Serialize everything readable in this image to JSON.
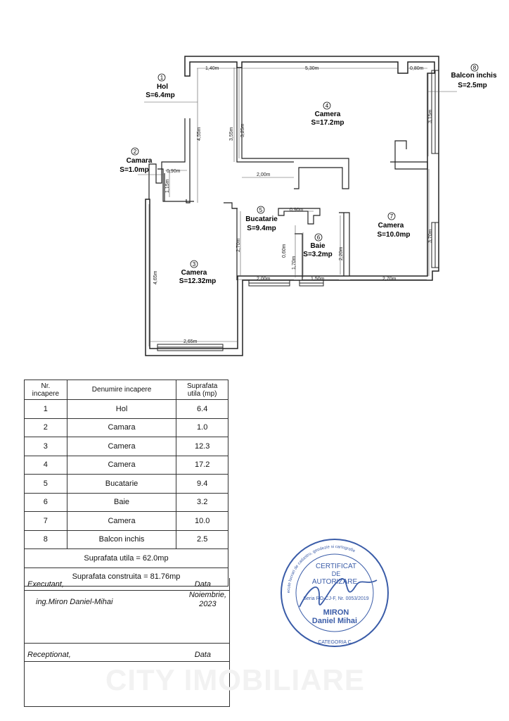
{
  "rooms": [
    {
      "nr": "1",
      "name": "Hol",
      "area_label": "S=6.4mp",
      "table_area": "6.4"
    },
    {
      "nr": "2",
      "name": "Camara",
      "area_label": "S=1.0mp",
      "table_area": "1.0"
    },
    {
      "nr": "3",
      "name": "Camera",
      "area_label": "S=12.32mp",
      "table_area": "12.3"
    },
    {
      "nr": "4",
      "name": "Camera",
      "area_label": "S=17.2mp",
      "table_area": "17.2"
    },
    {
      "nr": "5",
      "name": "Bucatarie",
      "area_label": "S=9.4mp",
      "table_area": "9.4"
    },
    {
      "nr": "6",
      "name": "Baie",
      "area_label": "S=3.2mp",
      "table_area": "3.2"
    },
    {
      "nr": "7",
      "name": "Camera",
      "area_label": "S=10.0mp",
      "table_area": "10.0"
    },
    {
      "nr": "8",
      "name": "Balcon inchis",
      "area_label": "S=2.5mp",
      "table_area": "2.5"
    }
  ],
  "dimensions": {
    "d140": "1,40m",
    "d530": "5,30m",
    "d080": "0,80m",
    "d315": "3,15m",
    "d355": "3,55m",
    "d325": "3,25m",
    "d455": "4,55m",
    "d090a": "0,90m",
    "d115": "1,15m",
    "d200a": "2,00m",
    "d270a": "2,70m",
    "d090b": "0,90m",
    "d060": "0,60m",
    "d170": "1,70m",
    "d220": "2,20m",
    "d370": "3,70m",
    "d465": "4,65m",
    "d200b": "2,00m",
    "d150": "1,50m",
    "d270b": "2,70m",
    "d265": "2,65m"
  },
  "table": {
    "h_nr": "Nr.\nincapere",
    "h_name": "Denumire incapere",
    "h_area": "Suprafata\nutila (mp)",
    "suprafata_utila": "Suprafata utila = 62.0mp",
    "suprafata_construita": "Suprafata construita = 81.76mp"
  },
  "footer": {
    "executant_label": "Executant,",
    "data_label": "Data",
    "executant_name": "ing.Miron Daniel-Mihai",
    "date_value": "Noiembrie,\n2023",
    "receptionat_label": "Receptionat,",
    "data_label2": "Data"
  },
  "stamp": {
    "line1": "CERTIFICAT",
    "line2": "DE",
    "line3": "AUTORIZARE",
    "serial": "Seria RO-CJ-F, Nr. 0053/2019",
    "name1": "MIRON",
    "name2": "Daniel Mihai",
    "category": "CATEGORIA C",
    "ring": "Persoana fizica autorizata de ANCPI sa execute lucrari de cadastru, geodezie si cartografie",
    "color": "#3a5ca8"
  },
  "watermark": "CITY IMOBILIARE"
}
